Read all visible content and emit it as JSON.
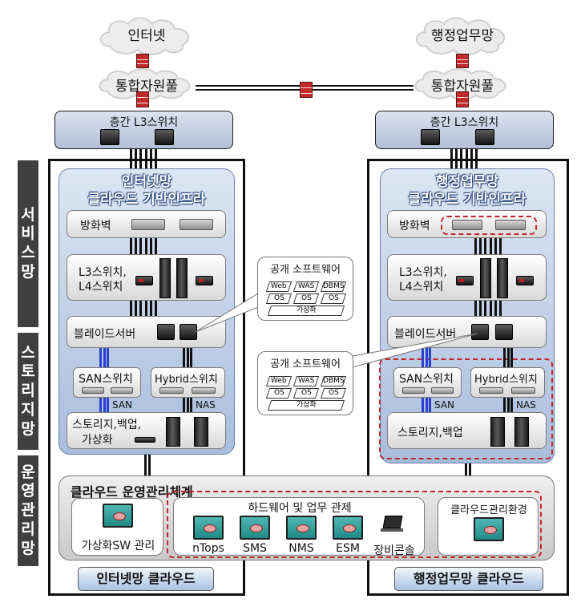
{
  "clouds": {
    "left_top": "인터넷",
    "right_top": "행정업무망"
  },
  "pools": {
    "left": "통합자원풀",
    "right": "통합자원풀"
  },
  "core_switch": {
    "left": "층간 L3스위치",
    "right": "층간 L3스위치"
  },
  "side_tabs": {
    "service": [
      "서",
      "비",
      "스",
      "망"
    ],
    "storage": [
      "스",
      "토",
      "리",
      "지",
      "망"
    ],
    "operations": [
      "운",
      "영",
      "관",
      "리",
      "망"
    ]
  },
  "left_infra": {
    "title_line1": "인터넷망",
    "title_line2": "클라우드 기반인프라",
    "firewall": "방화벽",
    "l3l4_line1": "L3스위치,",
    "l3l4_line2": "L4스위치",
    "blade": "블레이드서버",
    "san": "SAN스위치",
    "hybrid": "Hybrid스위치",
    "san_link": "SAN",
    "nas_link": "NAS",
    "storage_line1": "스토리지,백업,",
    "storage_line2": "가상화"
  },
  "right_infra": {
    "title_line1": "행정업무망",
    "title_line2": "클라우드 기반인프라",
    "firewall": "방화벽",
    "l3l4_line1": "L3스위치,",
    "l3l4_line2": "L4스위치",
    "blade": "블레이드서버",
    "san": "SAN스위치",
    "hybrid": "Hybrid스위치",
    "san_link": "SAN",
    "nas_link": "NAS",
    "storage": "스토리지,백업"
  },
  "open_sw": {
    "title": "공개 소프트웨어",
    "apps": [
      "Web",
      "WAS",
      "DBMS"
    ],
    "os": [
      "OS",
      "OS",
      "OS"
    ],
    "virt": "가상화"
  },
  "mgmt": {
    "title": "클라우드 운영관리체계",
    "virt_sw": "가상화SW 관리",
    "hw_title": "하드웨어 및 업무 관제",
    "tools": [
      "nTops",
      "SMS",
      "NMS",
      "ESM",
      "장비콘솔"
    ],
    "cloud_env": "클라우드관리환경"
  },
  "footer": {
    "left": "인터넷망 클라우드",
    "right": "행정업무망 클라우드"
  },
  "colors": {
    "side_tab": "#3f3f3f",
    "dash_red": "#c0262d",
    "infra_blue": "#a9bddc",
    "san_blue": "#2a3ecf"
  }
}
